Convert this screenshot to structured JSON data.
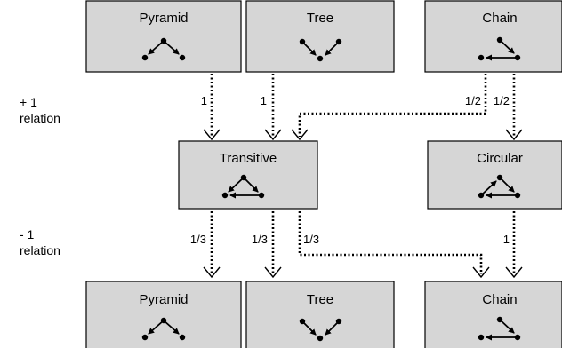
{
  "boxes": {
    "top_pyramid": "Pyramid",
    "top_tree": "Tree",
    "top_chain": "Chain",
    "mid_transitive": "Transitive",
    "mid_circular": "Circular",
    "bot_pyramid": "Pyramid",
    "bot_tree": "Tree",
    "bot_chain": "Chain"
  },
  "side_labels": {
    "plus": [
      "+ 1",
      "relation"
    ],
    "minus": [
      "- 1",
      "relation"
    ]
  },
  "transitions": {
    "pyramid_to_transitive": "1",
    "tree_to_transitive": "1",
    "chain_to_transitive": "1/2",
    "chain_to_circular": "1/2",
    "transitive_to_pyramid": "1/3",
    "transitive_to_tree": "1/3",
    "transitive_to_chain": "1/3",
    "circular_to_chain": "1"
  }
}
